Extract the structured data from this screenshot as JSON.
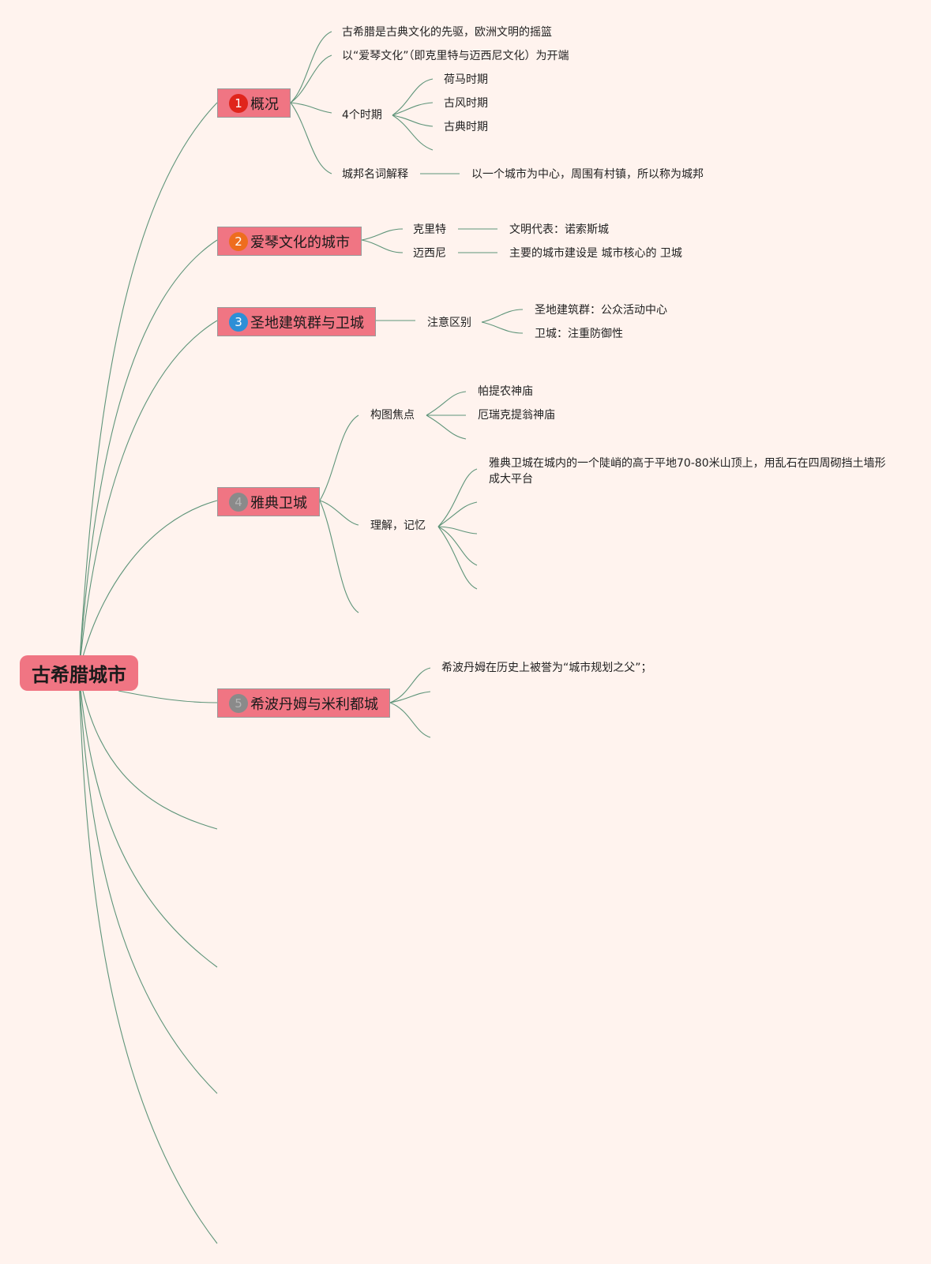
{
  "root": {
    "title": "古希腊城市"
  },
  "topics": [
    {
      "marker": "1",
      "title": "概况",
      "children": [
        "古希腊是古典文化的先驱，欧洲文明的摇篮",
        "以“爱琴文化”（即克里特与迈西尼文化）为开端",
        "4个时期",
        "城邦名词解释"
      ],
      "periods": [
        "荷马时期",
        "古风时期",
        "古典时期"
      ],
      "city_state_definition": "以一个城市为中心，周围有村镇，所以称为城邦"
    },
    {
      "marker": "2",
      "title": "爱琴文化的城市",
      "children": [
        "克里特",
        "迈西尼"
      ],
      "details": [
        "文明代表：诺索斯城",
        "主要的城市建设是 城市核心的 卫城"
      ]
    },
    {
      "marker": "3",
      "title": "圣地建筑群与卫城",
      "children": [
        "注意区别"
      ],
      "details": [
        "圣地建筑群：公众活动中心",
        "卫城：注重防御性"
      ]
    },
    {
      "marker": "4",
      "title": "雅典卫城",
      "children": [
        "构图焦点",
        "理解，记忆"
      ],
      "focus": [
        "帕提农神庙",
        "厄瑞克提翁神庙"
      ],
      "memory": [
        "雅典卫城在城内的一个陡峭的高于平地70-80米山顶上，用乱石在四周砌挡土墙形成大平台"
      ]
    },
    {
      "marker": "5",
      "title": "希波丹姆与米利都城",
      "children": [
        "希波丹姆在历史上被誉为“城市规划之父”；"
      ]
    }
  ]
}
